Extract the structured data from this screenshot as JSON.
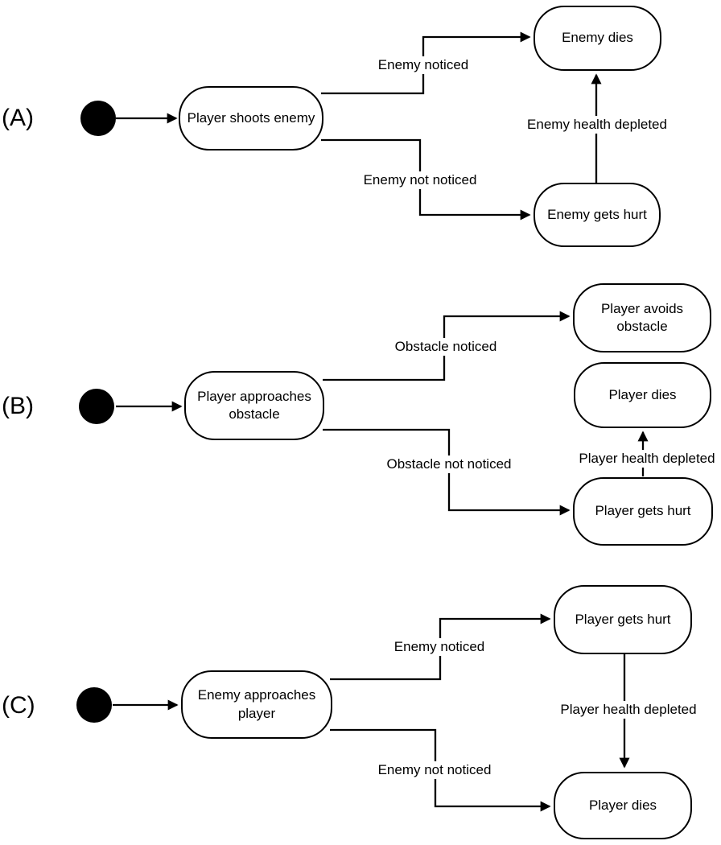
{
  "colors": {
    "stroke": "#000000",
    "background": "#ffffff"
  },
  "sections": {
    "a": {
      "label": "(A)",
      "nodes": {
        "main": "Player shoots enemy",
        "top": "Enemy dies",
        "bottom": "Enemy gets hurt"
      },
      "edges": {
        "noticed": "Enemy noticed",
        "not_noticed": "Enemy not noticed",
        "depleted": "Enemy health depleted"
      }
    },
    "b": {
      "label": "(B)",
      "nodes": {
        "main": "Player approaches\nobstacle",
        "top": "Player avoids\nobstacle",
        "mid": "Player dies",
        "bottom": "Player gets hurt"
      },
      "edges": {
        "noticed": "Obstacle noticed",
        "not_noticed": "Obstacle not noticed",
        "depleted": "Player health depleted"
      }
    },
    "c": {
      "label": "(C)",
      "nodes": {
        "main": "Enemy approaches\nplayer",
        "top": "Player gets hurt",
        "bottom": "Player dies"
      },
      "edges": {
        "noticed": "Enemy noticed",
        "not_noticed": "Enemy not noticed",
        "depleted": "Player health depleted"
      }
    }
  }
}
